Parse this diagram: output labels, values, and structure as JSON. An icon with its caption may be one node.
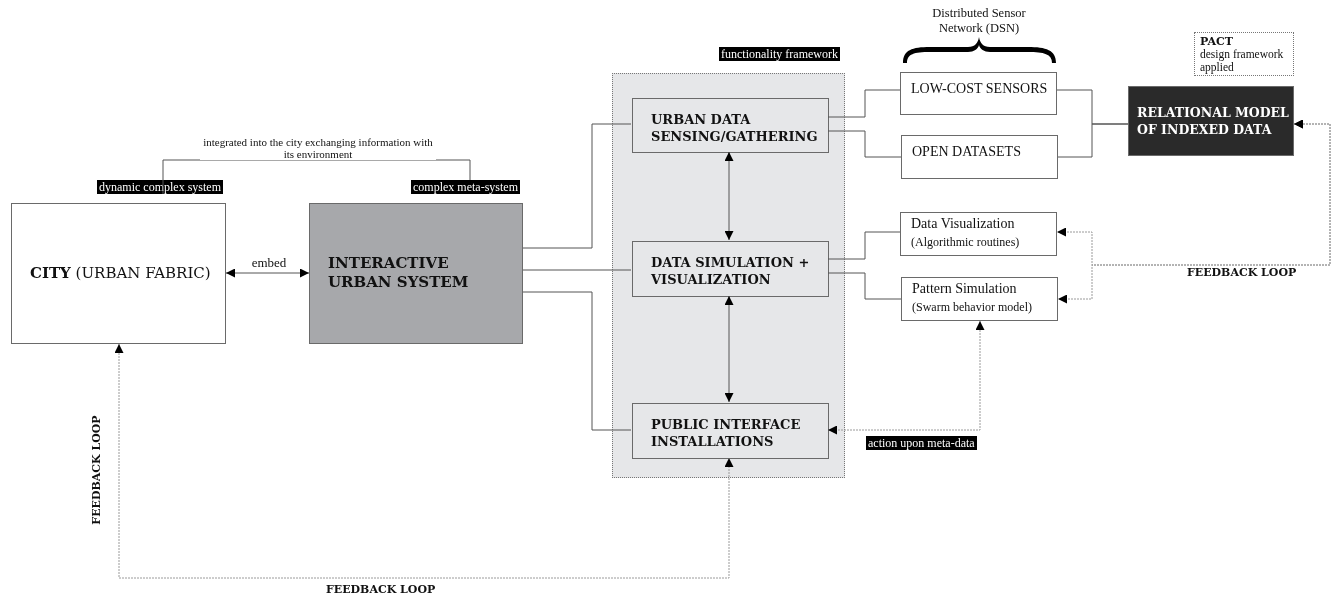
{
  "diagram": {
    "nodes": [
      {
        "text": [
          "dynamic complex system"
        ]
      },
      {
        "text": [
          "complex meta-system"
        ]
      },
      {
        "text": [
          "**CITY** (URBAN FABRIC)"
        ]
      },
      {
        "text": [
          "INTERACTIVE URBAN SYSTEM"
        ]
      },
      {
        "text": [
          "functionality framework"
        ]
      },
      {
        "text": [],
        "shape": "box"
      },
      {
        "text": [
          "URBAN DATA SENSING/GATHERING"
        ],
        "in": 5
      },
      {
        "text": [
          "DATA SIMULATION + VISUALIZATION"
        ],
        "in": 5
      },
      {
        "text": [
          "PUBLIC INTERFACE INSTALLATIONS"
        ],
        "in": 5
      },
      {
        "text": [
          "Distributed Sensor Network (DSN)"
        ]
      },
      {
        "text": [
          "LOW-COST SENSORS"
        ]
      },
      {
        "text": [
          "OPEN DATASETS"
        ]
      },
      {
        "text": [
          "Data Visualization",
          "(Algorithmic routines)"
        ]
      },
      {
        "text": [
          "Pattern Simulation",
          "(Swarm behavior model)"
        ]
      },
      {
        "text": [
          "RELATIONAL MODEL OF INDEXED DATA"
        ]
      },
      {
        "text": [
          "PACT",
          "design framework applied"
        ]
      },
      {
        "text": [
          "action upon meta-data"
        ]
      }
    ],
    "edges": [
      {
        "from": 0,
        "to": 1,
        "arrow": "none",
        "label": "integrated into the city exchanging information with its environment"
      },
      {
        "from": 2,
        "to": 3,
        "arrow": "both",
        "label": "embed"
      },
      {
        "from": 3,
        "to": 6,
        "arrow": "none"
      },
      {
        "from": 3,
        "to": 7,
        "arrow": "none"
      },
      {
        "from": 3,
        "to": 8,
        "arrow": "none"
      },
      {
        "from": 6,
        "to": 7,
        "arrow": "both"
      },
      {
        "from": 7,
        "to": 8,
        "arrow": "both"
      },
      {
        "from": 6,
        "to": 10,
        "arrow": "none"
      },
      {
        "from": 6,
        "to": 11,
        "arrow": "none"
      },
      {
        "from": 10,
        "to": 14,
        "arrow": "none"
      },
      {
        "from": 11,
        "to": 14,
        "arrow": "none"
      },
      {
        "from": 7,
        "to": 12,
        "arrow": "none"
      },
      {
        "from": 7,
        "to": 13,
        "arrow": "none"
      },
      {
        "from": 14,
        "to": 12,
        "arrow": "both",
        "style": "dashed",
        "color": "#9a9a9a"
      },
      {
        "from": 14,
        "to": 13,
        "arrow": "both",
        "style": "dashed",
        "color": "#9a9a9a"
      },
      {
        "from": 13,
        "to": 8,
        "arrow": "both",
        "style": "dashed",
        "color": "#9a9a9a"
      },
      {
        "from": 2,
        "to": 8,
        "arrow": "both",
        "style": "dashed",
        "color": "#9a9a9a"
      }
    ],
    "labels": [
      "FEEDBACK LOOP",
      "FEEDBACK LOOP",
      "FEEDBACK LOOP"
    ]
  }
}
